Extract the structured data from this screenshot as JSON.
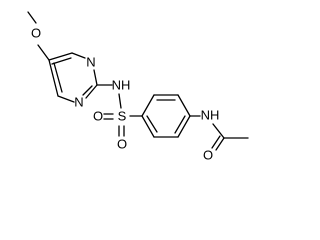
{
  "atoms": {
    "methoxy_o": "O",
    "pyr_n_top": "N",
    "pyr_n_bottom": "N",
    "sulfonamide_nh": "NH",
    "sulfur": "S",
    "sulfonyl_o_left": "O",
    "sulfonyl_o_right": "O",
    "amide_nh": "NH",
    "carbonyl_o": "O"
  }
}
